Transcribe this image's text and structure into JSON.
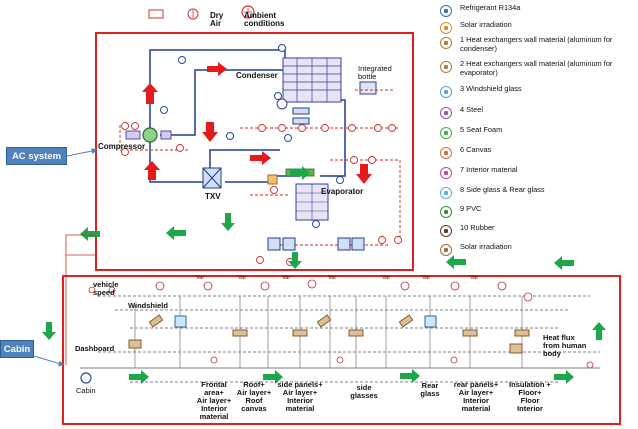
{
  "top_legend": {
    "dry_air": "Dry\nAir",
    "ambient_conditions": "Ambient\nconditions"
  },
  "labels": {
    "ac_system": "AC system",
    "cabin_tag": "Cabin",
    "condenser": "Condenser",
    "integrated_bottle": "Integrated\nbottle",
    "compressor": "Compressor",
    "txv": "TXV",
    "evaporator": "Evaporator",
    "vehicle_speed": "vehicle\nspeed",
    "windshield": "Windshield",
    "dashboard": "Dashboard",
    "cabin": "Cabin",
    "frontal_area": "Frontal\narea+\nAir layer+\nInterior\nmaterial",
    "roof": "Roof+\nAir layer+\nRoof\ncanvas",
    "side_panels": "side panels+\nAir layer+\nInterior\nmaterial",
    "side_glasses": "side\nglasses",
    "rear_glass": "Rear\nglass",
    "rear_panels": "rear panels+\nAir layer+\nInterior\nmaterial",
    "insulation": "Insulation +\nFloor+\nFloor\nInterior",
    "heat_flux": "Heat flux\nfrom human\nbody",
    "var": "Var"
  },
  "legend": [
    {
      "label": "Refrigerant R134a",
      "color": "#3b6fb6"
    },
    {
      "label": "Solar irradiation",
      "color": "#e08a2a"
    },
    {
      "label": "1 Heat exchangers wall material (aluminum for condenser)",
      "color": "#b07a3a"
    },
    {
      "label": "2 Heat exchangers wall material (aluminum for evaporator)",
      "color": "#b07a3a"
    },
    {
      "label": "3 Windshield glass",
      "color": "#5aa0d8"
    },
    {
      "label": "4 Steel",
      "color": "#8a5aa8"
    },
    {
      "label": "5 Seat Foam",
      "color": "#4aa84a"
    },
    {
      "label": "6 Canvas",
      "color": "#d86a3a"
    },
    {
      "label": "7 Interior material",
      "color": "#c04a9a"
    },
    {
      "label": "8 Side glass & Rear glass",
      "color": "#5ab0d8"
    },
    {
      "label": "9 PVC",
      "color": "#3a8a3a"
    },
    {
      "label": "10 Rubber",
      "color": "#5a3a2a"
    },
    {
      "label": "Solar irradiation",
      "color": "#9a6a3a"
    }
  ]
}
